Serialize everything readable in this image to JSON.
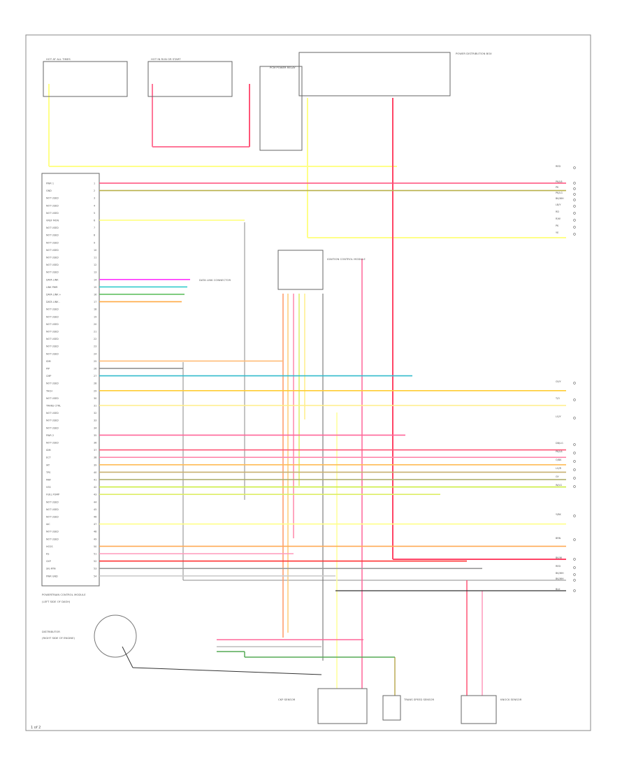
{
  "diagram": {
    "page_code": "1 of 2",
    "ecm_pins": [
      {
        "label": "PWR 1",
        "color": "#ff4d7a"
      },
      {
        "label": "GND",
        "color": "#b8b04a"
      },
      {
        "label": "NOT USED",
        "color": ""
      },
      {
        "label": "NOT USED",
        "color": ""
      },
      {
        "label": "NOT USED",
        "color": ""
      },
      {
        "label": "VREF MON",
        "color": "#ffff77"
      },
      {
        "label": "NOT USED",
        "color": ""
      },
      {
        "label": "NOT USED",
        "color": ""
      },
      {
        "label": "NOT USED",
        "color": ""
      },
      {
        "label": "NOT USED",
        "color": ""
      },
      {
        "label": "NOT USED",
        "color": ""
      },
      {
        "label": "NOT USED",
        "color": ""
      },
      {
        "label": "NOT USED",
        "color": ""
      },
      {
        "label": "DATA LINK",
        "color": "#ff33ff"
      },
      {
        "label": "LINK PWR",
        "color": "#33cccc"
      },
      {
        "label": "DATA LINK +",
        "color": "#55bb55"
      },
      {
        "label": "DATA LINK -",
        "color": "#ffaa44"
      },
      {
        "label": "NOT USED",
        "color": ""
      },
      {
        "label": "NOT USED",
        "color": ""
      },
      {
        "label": "NOT USED",
        "color": ""
      },
      {
        "label": "NOT USED",
        "color": ""
      },
      {
        "label": "NOT USED",
        "color": ""
      },
      {
        "label": "NOT USED",
        "color": ""
      },
      {
        "label": "NOT USED",
        "color": ""
      },
      {
        "label": "IDM",
        "color": "#ffbb77"
      },
      {
        "label": "PIP",
        "color": "#888888"
      },
      {
        "label": "CMP",
        "color": "#33bbcc"
      },
      {
        "label": "NOT USED",
        "color": ""
      },
      {
        "label": "TACH",
        "color": "#ffcc33"
      },
      {
        "label": "NOT USED",
        "color": ""
      },
      {
        "label": "TRANS CTRL",
        "color": "#ffee88"
      },
      {
        "label": "NOT USED",
        "color": ""
      },
      {
        "label": "NOT USED",
        "color": ""
      },
      {
        "label": "NOT USED",
        "color": ""
      },
      {
        "label": "PWR 2",
        "color": "#ff6699"
      },
      {
        "label": "NOT USED",
        "color": ""
      },
      {
        "label": "IDM",
        "color": "#ff5577"
      },
      {
        "label": "ECT",
        "color": "#ff88aa"
      },
      {
        "label": "IAT",
        "color": "#ffbb55"
      },
      {
        "label": "TPS",
        "color": "#c8b070"
      },
      {
        "label": "MAF",
        "color": "#aaaa66"
      },
      {
        "label": "VSS",
        "color": "#ccee44"
      },
      {
        "label": "FUEL PUMP",
        "color": "#ddee66"
      },
      {
        "label": "NOT USED",
        "color": ""
      },
      {
        "label": "NOT USED",
        "color": ""
      },
      {
        "label": "NOT USED",
        "color": ""
      },
      {
        "label": "IAC",
        "color": "#ffff88"
      },
      {
        "label": "NOT USED",
        "color": ""
      },
      {
        "label": "NOT USED",
        "color": ""
      },
      {
        "label": "HO2S",
        "color": "#ffaa55"
      },
      {
        "label": "KS",
        "color": "#ff99bb"
      },
      {
        "label": "CKP",
        "color": "#ff3333"
      },
      {
        "label": "SIG RTN",
        "color": "#999999"
      },
      {
        "label": "PWR GND",
        "color": "#cccccc"
      }
    ],
    "right_terminals": [
      {
        "label": "RED",
        "color": "#ff5577"
      },
      {
        "label": "PK/LB",
        "color": "#ff66aa"
      },
      {
        "label": "PK",
        "color": "#ff88aa"
      },
      {
        "label": "PK/LG",
        "color": "#ff7799"
      },
      {
        "label": "BK/WH",
        "color": "#bbaa66"
      },
      {
        "label": "LB/Y",
        "color": "#ffcc77"
      },
      {
        "label": "RD",
        "color": "#ff4466"
      },
      {
        "label": "R/W",
        "color": "#ff88aa"
      },
      {
        "label": "PK",
        "color": "#ff99bb"
      },
      {
        "label": "YE",
        "color": "#ffff77"
      },
      {
        "label": "GY/Y",
        "color": "#ffcc33"
      },
      {
        "label": "T/O",
        "color": "#ffee88"
      },
      {
        "label": "LG/Y",
        "color": "#ccccaa"
      },
      {
        "label": "DB/LG",
        "color": "#ff6699"
      },
      {
        "label": "PK/LB",
        "color": "#ffaa77"
      },
      {
        "label": "O/BK",
        "color": "#ffbb55"
      },
      {
        "label": "LG/R",
        "color": "#ccbb55"
      },
      {
        "label": "GY",
        "color": "#aaaa66"
      },
      {
        "label": "W/LG",
        "color": "#ccee44"
      },
      {
        "label": "Y/BK",
        "color": "#ffff88"
      },
      {
        "label": "BRN",
        "color": "#ffcc88"
      },
      {
        "label": "BK/W",
        "color": "#ff9966"
      },
      {
        "label": "RED",
        "color": "#ff3333"
      },
      {
        "label": "BK/WH",
        "color": "#999999"
      },
      {
        "label": "BK/WH",
        "color": "#bbbbbb"
      },
      {
        "label": "BLK",
        "color": "#444444"
      }
    ],
    "labels": {
      "fuse_left": "HOT AT ALL TIMES",
      "fuse_mid": "HOT IN RUN OR START",
      "relay_top": "PCM POWER RELAY",
      "pdb_note": "POWER DISTRIBUTION BOX",
      "ecm_title": "POWERTRAIN CONTROL MODULE",
      "ecm_sub": "(LEFT SIDE OF DASH)",
      "diag_conn": "DATA LINK CONNECTOR",
      "ignition_module": "IGNITION CONTROL MODULE",
      "distributor": "DISTRIBUTOR",
      "dist_sub": "(RIGHT SIDE OF ENGINE)",
      "sensor_left": "CKP SENSOR",
      "sensor_mid": "TRANS SPEED SENSOR",
      "sensor_right": "KNOCK SENSOR"
    }
  }
}
